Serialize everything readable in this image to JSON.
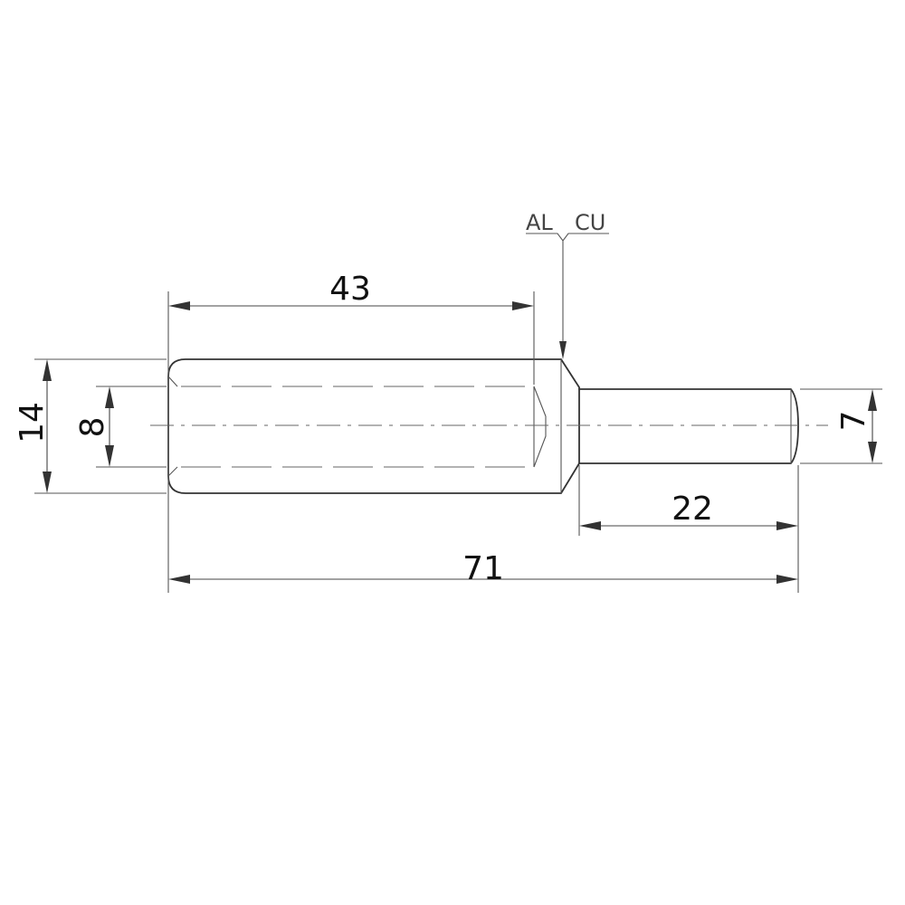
{
  "dimensions": {
    "bore_depth": "43",
    "overall_length": "71",
    "pin_length": "22",
    "barrel_diameter": "14",
    "bore_diameter": "8",
    "pin_diameter": "7"
  },
  "material_callout": {
    "left_material": "AL",
    "right_material": "CU"
  }
}
